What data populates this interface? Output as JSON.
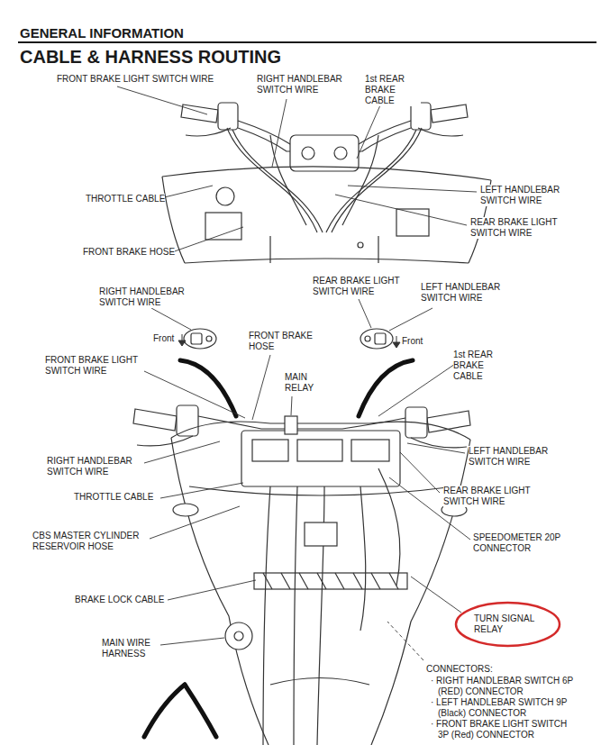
{
  "diagram": {
    "title": "CABLE & HARNESS ROUTING",
    "nodes": [
      {
        "text": [
          "TURN SIGNAL RELAY"
        ]
      }
    ],
    "labels": [
      "GENERAL INFORMATION",
      "FRONT BRAKE LIGHT SWITCH WIRE",
      "RIGHT HANDLEBAR SWITCH WIRE",
      "1st REAR BRAKE CABLE",
      "THROTTLE CABLE",
      "LEFT HANDLEBAR SWITCH WIRE",
      "REAR BRAKE LIGHT SWITCH WIRE",
      "FRONT BRAKE HOSE",
      "RIGHT HANDLEBAR SWITCH WIRE",
      "REAR BRAKE LIGHT SWITCH WIRE",
      "LEFT HANDLEBAR SWITCH WIRE",
      "Front",
      "FRONT BRAKE HOSE",
      "Front",
      "FRONT BRAKE LIGHT SWITCH WIRE",
      "MAIN RELAY",
      "1st REAR BRAKE CABLE",
      "LEFT HANDLEBAR SWITCH WIRE",
      "RIGHT HANDLEBAR SWITCH WIRE",
      "REAR BRAKE LIGHT SWITCH WIRE",
      "THROTTLE CABLE",
      "CBS MASTER CYLINDER RESERVOIR HOSE",
      "SPEEDOMETER 20P CONNECTOR",
      "BRAKE LOCK CABLE",
      "MAIN WIRE HARNESS",
      "CONNECTORS:",
      "· RIGHT HANDLEBAR SWITCH 6P (RED) CONNECTOR",
      "· LEFT HANDLEBAR SWITCH 9P (Black) CONNECTOR",
      "· FRONT BRAKE LIGHT SWITCH 3P (Red) CONNECTOR"
    ]
  }
}
